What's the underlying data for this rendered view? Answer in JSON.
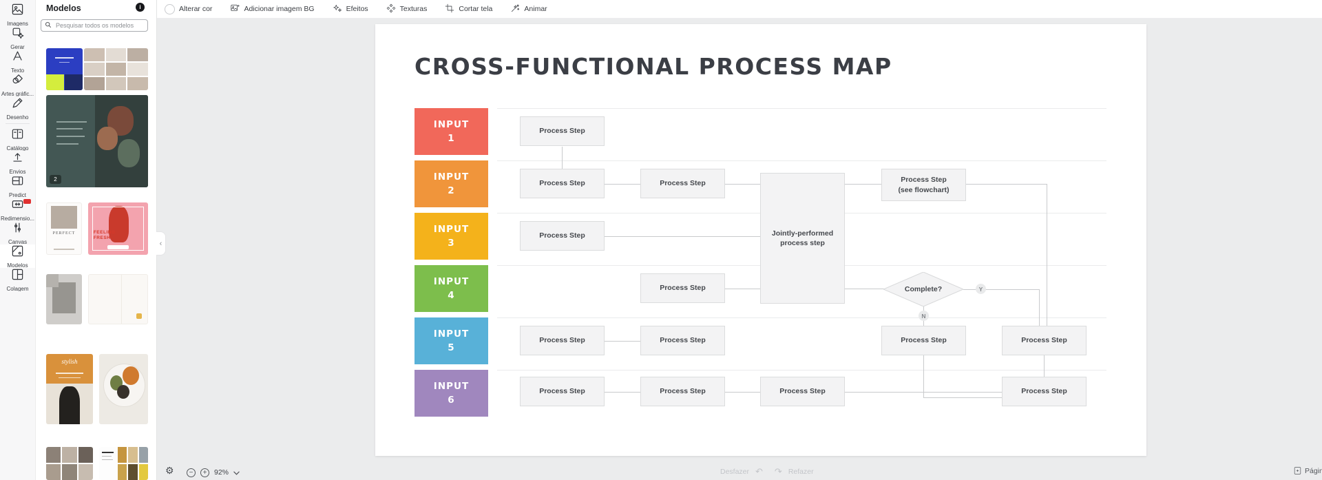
{
  "sidebar": {
    "items": [
      {
        "label": "Imagens",
        "icon": "images-icon"
      },
      {
        "label": "Gerar",
        "icon": "generate-icon"
      },
      {
        "label": "Texto",
        "icon": "text-icon"
      },
      {
        "label": "Artes gráfic...",
        "icon": "graphics-icon"
      },
      {
        "label": "Desenho",
        "icon": "draw-icon"
      },
      {
        "label": "Catálogo",
        "icon": "catalog-icon"
      },
      {
        "label": "Envios",
        "icon": "uploads-icon"
      },
      {
        "label": "Predict",
        "icon": "predict-icon"
      },
      {
        "label": "Redimensio...",
        "icon": "resize-icon",
        "badge": true
      },
      {
        "label": "Canvas",
        "icon": "canvas-icon"
      },
      {
        "label": "Modelos",
        "icon": "templates-icon",
        "selected": true
      },
      {
        "label": "Colagem",
        "icon": "collage-icon"
      }
    ]
  },
  "panel": {
    "title": "Modelos",
    "info_icon": "i",
    "search_placeholder": "Pesquisar todos os modelos",
    "collapse_icon": "‹",
    "page_count_badge": "2"
  },
  "toolbar": {
    "items": [
      {
        "label": "Alterar cor",
        "icon": "color-swatch-icon"
      },
      {
        "label": "Adicionar imagem BG",
        "icon": "add-image-icon"
      },
      {
        "label": "Efeitos",
        "icon": "effects-icon"
      },
      {
        "label": "Texturas",
        "icon": "textures-icon"
      },
      {
        "label": "Cortar tela",
        "icon": "crop-icon"
      },
      {
        "label": "Animar",
        "icon": "animate-icon"
      }
    ]
  },
  "document": {
    "title": "CROSS-FUNCTIONAL PROCESS MAP",
    "inputs": [
      {
        "word": "INPUT",
        "num": "1",
        "color": "#F1685A"
      },
      {
        "word": "INPUT",
        "num": "2",
        "color": "#F0953B"
      },
      {
        "word": "INPUT",
        "num": "3",
        "color": "#F4B21B"
      },
      {
        "word": "INPUT",
        "num": "4",
        "color": "#7DBE4C"
      },
      {
        "word": "INPUT",
        "num": "5",
        "color": "#58B1D8"
      },
      {
        "word": "INPUT",
        "num": "6",
        "color": "#A087BE"
      }
    ],
    "labels": {
      "process_step": "Process Step",
      "see_flowchart_1": "Process Step",
      "see_flowchart_2": "(see flowchart)",
      "jointly_1": "Jointly-performed",
      "jointly_2": "process step",
      "decision": "Complete?",
      "yes": "Y",
      "no": "N"
    }
  },
  "statusbar": {
    "gear_icon": "⚙",
    "zoom": "92%",
    "undo_icon": "↶",
    "redo_icon": "↷",
    "undo": "Desfazer",
    "redo": "Refazer",
    "pages": "Páginas"
  }
}
